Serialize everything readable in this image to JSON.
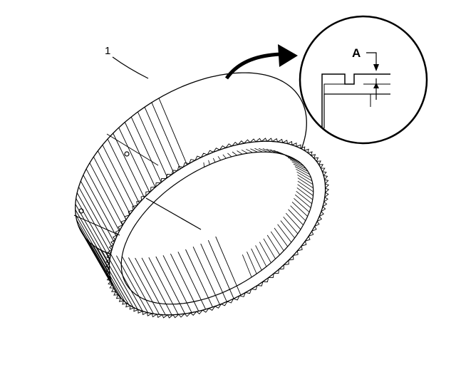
{
  "diagram": {
    "callouts": {
      "part_number": "1",
      "dimension_label": "A"
    },
    "ring_gear": {
      "outer_spline_count": 96,
      "inner_tooth_count": 110
    },
    "colors": {
      "line": "#000000",
      "background": "#ffffff"
    }
  }
}
